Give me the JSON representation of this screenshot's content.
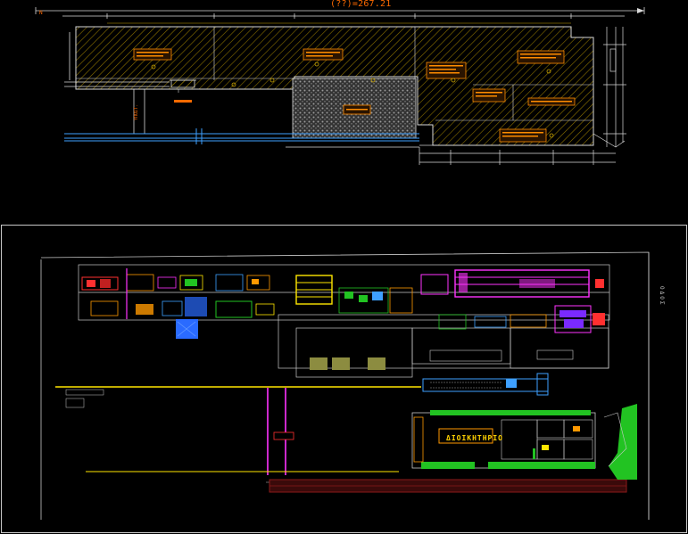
{
  "drawing": {
    "top_view": {
      "dimension_label": "(??)=267.21",
      "colors": {
        "outline": "#d9d9d9",
        "hatch": "#c9a400",
        "dimension": "#ff6a00",
        "paving": "#8c8c8c",
        "pipes": "#3ea0ff",
        "label_box": "#ff8c00"
      }
    },
    "bottom_view": {
      "admin_label": "ΔΙΟΙΚΗΤΗΡΙΟ",
      "road_label": "ΟΔΟΣ",
      "colors": {
        "frame": "#c8c8c8",
        "green_areas": "#22c322",
        "magenta_lines": "#ff33ff",
        "yellow_lines": "#ffe600",
        "blue_area": "#2a6bff",
        "dark_red_strip": "#8b1a1a"
      }
    }
  }
}
